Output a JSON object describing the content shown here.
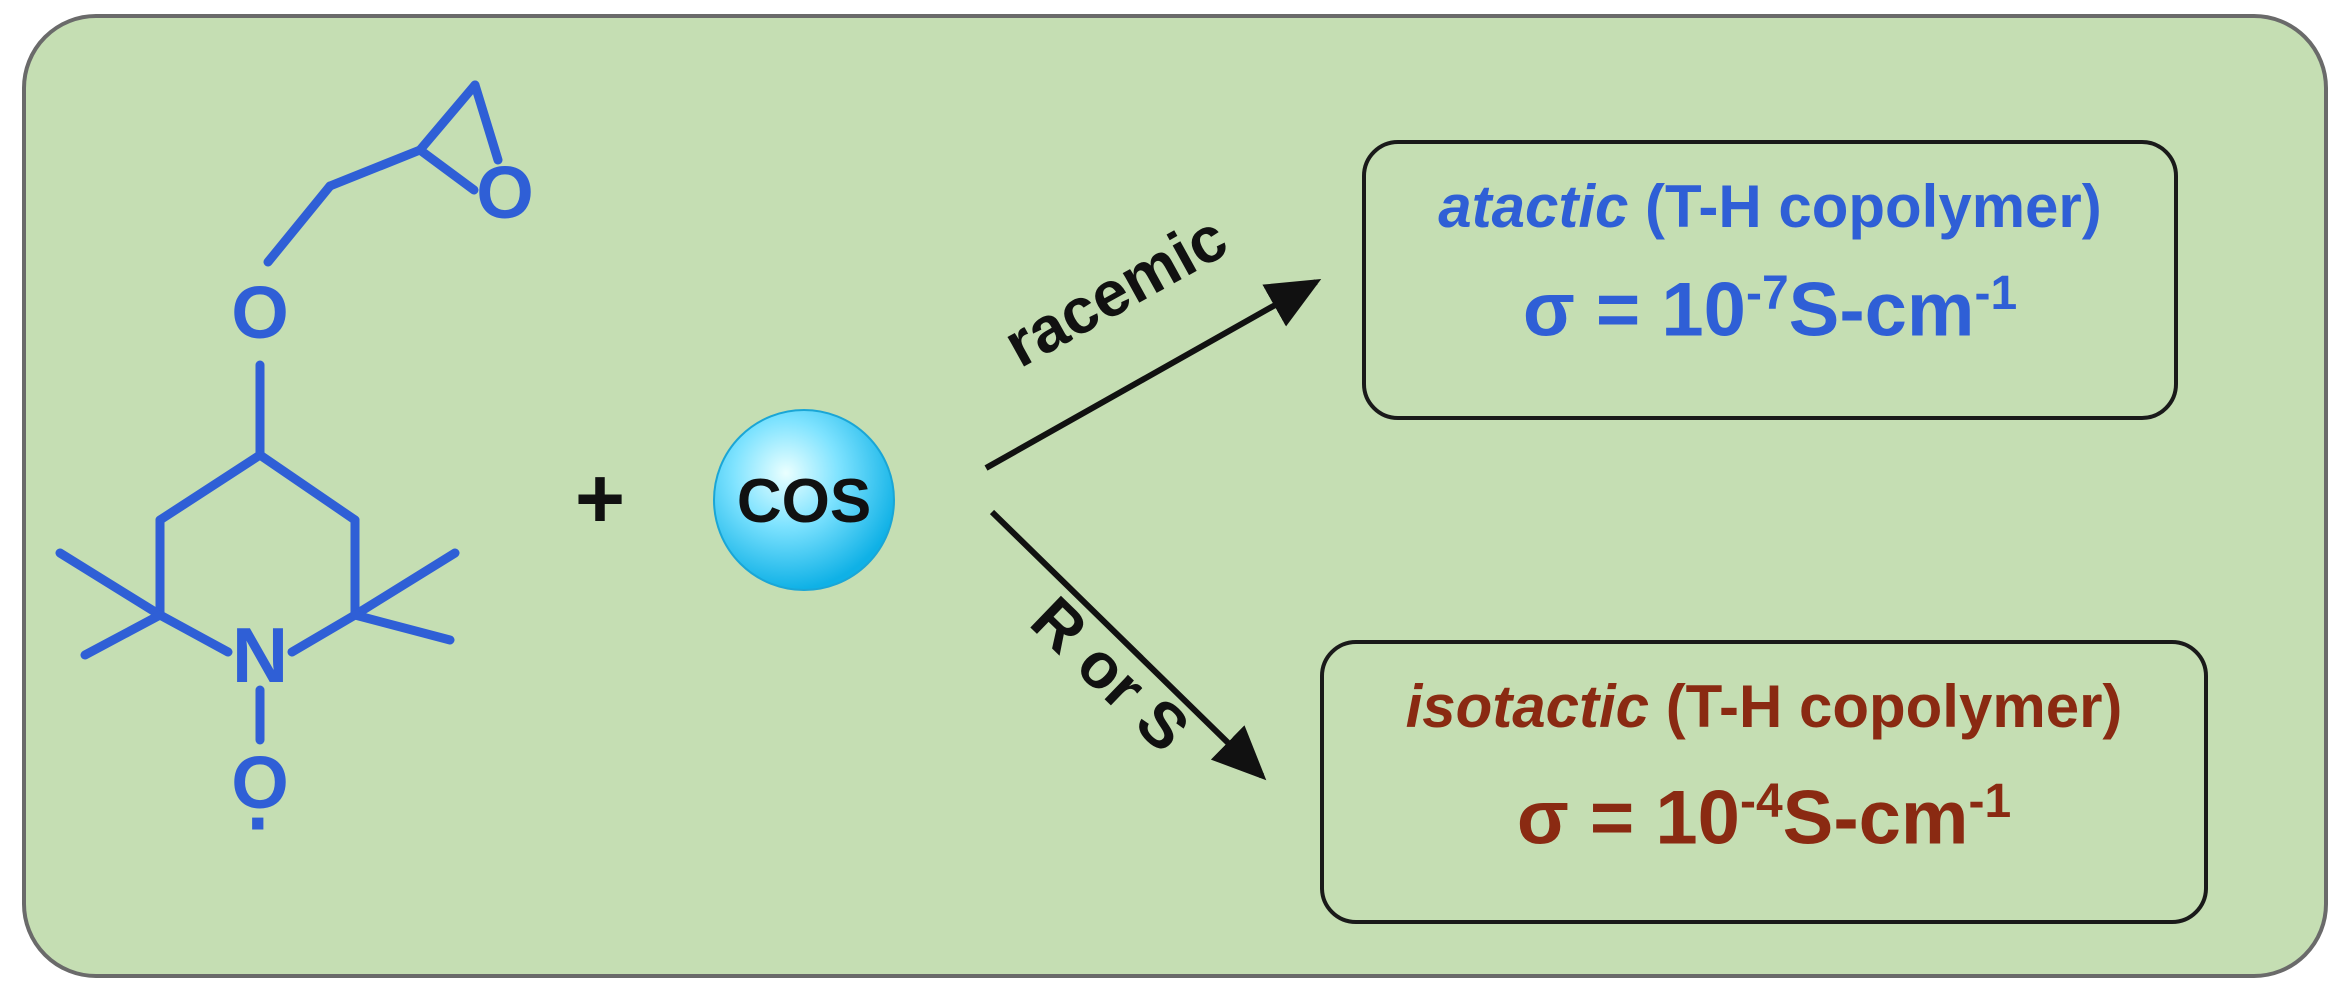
{
  "reactant": {
    "atoms": {
      "epoxide_o": "O",
      "ether_o": "O",
      "nitrogen": "N",
      "oxyl_o": "O",
      "oxyl_dot": "·"
    },
    "plus": "+",
    "cos_label": "COS"
  },
  "conditions": {
    "upper": "racemic",
    "lower": "R or S"
  },
  "products": [
    {
      "tacticity": "atactic",
      "polymer": "(T-H copolymer)",
      "sigma_prefix": "σ =  10",
      "exponent": "-7",
      "unit": "S-cm",
      "unit_exponent": "-1",
      "color": "#2f5fd6"
    },
    {
      "tacticity": "isotactic",
      "polymer": "(T-H copolymer)",
      "sigma_prefix": "σ =  10",
      "exponent": "-4",
      "unit": "S-cm",
      "unit_exponent": "-1",
      "color": "#8a2a12"
    }
  ],
  "colors": {
    "background": "#c5deb3",
    "molecule": "#2f5fd6",
    "atactic": "#2f5fd6",
    "isotactic": "#8a2a12"
  }
}
